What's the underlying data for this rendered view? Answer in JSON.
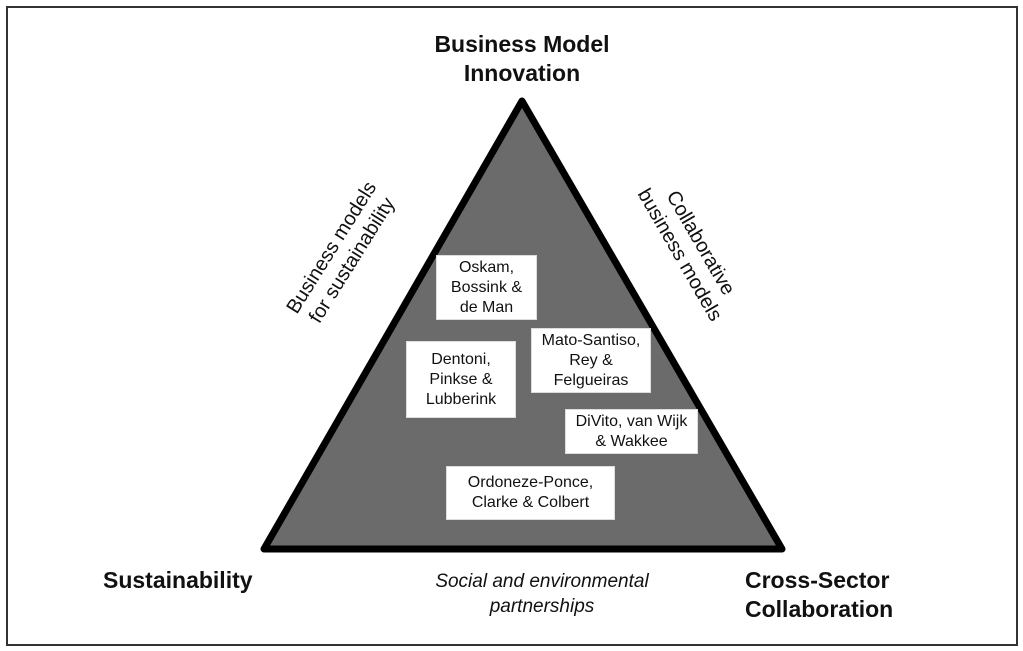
{
  "diagram": {
    "type": "triangle-framework",
    "fill_color": "#6b6b6b",
    "stroke_color": "#000000",
    "vertices": {
      "top": {
        "lines": [
          "Business Model",
          "Innovation"
        ]
      },
      "bottom_left": {
        "lines": [
          "Sustainability"
        ]
      },
      "bottom_right": {
        "lines": [
          "Cross-Sector",
          "Collaboration"
        ]
      }
    },
    "edges": {
      "left": {
        "lines": [
          "Business models",
          "for sustainability"
        ]
      },
      "right": {
        "lines": [
          "Collaborative",
          "business models"
        ]
      },
      "bottom": {
        "lines": [
          "Social and environmental",
          "partnerships"
        ]
      }
    },
    "papers": [
      {
        "lines": [
          "Oskam,",
          "Bossink &",
          "de Man"
        ]
      },
      {
        "lines": [
          "Dentoni,",
          "Pinkse &",
          "Lubberink"
        ]
      },
      {
        "lines": [
          "Mato-Santiso,",
          "Rey &",
          "Felgueiras"
        ]
      },
      {
        "lines": [
          "DiVito, van Wijk",
          "& Wakkee"
        ]
      },
      {
        "lines": [
          "Ordoneze-Ponce,",
          "Clarke & Colbert"
        ]
      }
    ]
  }
}
